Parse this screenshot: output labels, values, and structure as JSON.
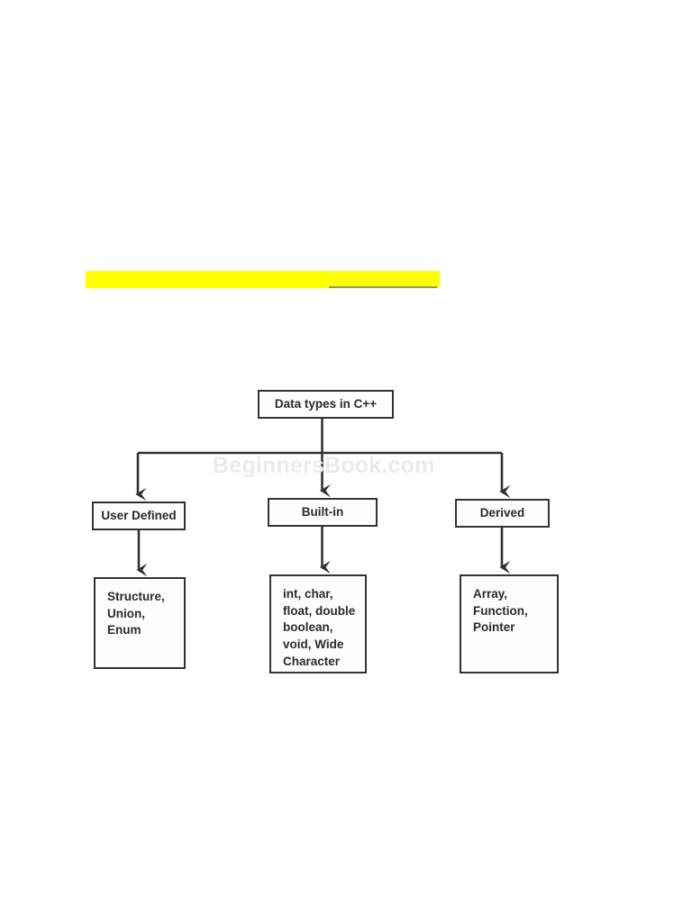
{
  "page": {
    "background_color": "#ffffff",
    "watermark": "BeginnersBook.com"
  },
  "highlight_bar": {
    "fill_color": "#ffff00",
    "link_underline_color": "#7aa05a",
    "text": ""
  },
  "diagram": {
    "type": "tree",
    "line_color": "#333333",
    "box_fill": "#fdfdfd",
    "root": {
      "label": "Data types in C++"
    },
    "branches": [
      {
        "label": "User Defined",
        "items_label": "Structure,\nUnion,\nEnum",
        "items": [
          "Structure,",
          "Union,",
          "Enum"
        ]
      },
      {
        "label": "Built-in",
        "items_label": "int, char,\nfloat, double\nboolean,\nvoid, Wide\nCharacter",
        "items": [
          "int, char,",
          "float, double",
          "boolean,",
          "void, Wide",
          "Character"
        ]
      },
      {
        "label": "Derived",
        "items_label": "Array,\nFunction,\nPointer",
        "items": [
          "Array,",
          "Function,",
          "Pointer"
        ]
      }
    ]
  }
}
